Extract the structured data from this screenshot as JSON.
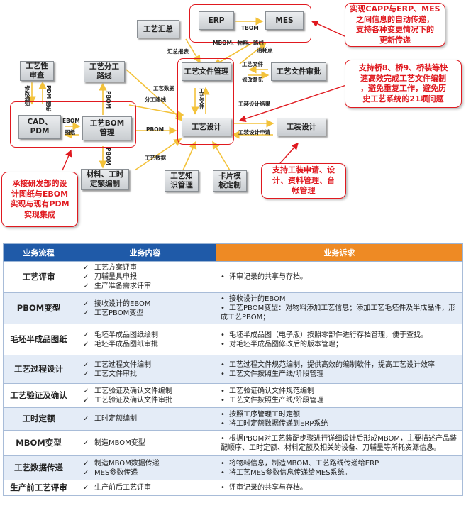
{
  "diagram": {
    "nodes": {
      "erp": "ERP",
      "mes": "MES",
      "gy_summary": "工艺汇总",
      "gy_review": "工艺性\n审查",
      "gy_route": "工艺分工\n路线",
      "gy_doc_mgmt": "工艺文件管理",
      "gy_doc_approve": "工艺文件审批",
      "cad_pdm": "CAD、\nPDM",
      "gy_bom": "工艺BOM\n管理",
      "gy_design": "工艺设计",
      "tooling_design": "工装设计",
      "material_quota": "材料、工时\n定额编制",
      "knowledge": "工艺知\n识管理",
      "card_template": "卡片模\n板定制"
    },
    "edge_labels": {
      "tbom": "TBOM",
      "mbom_material": "MBOM、物料、路线",
      "summary_report": "汇总报表",
      "consumables": "消耗点",
      "modify_opinion": "修改意见",
      "review_docs": "工艺文件",
      "pdm_drawing": "PDM 图纸",
      "modify_notice": "修改通知",
      "pbom_up": "PBOM",
      "process_data": "工艺数据",
      "division_route": "分工路线",
      "gy_file_v": "工艺文件",
      "tooling_result": "工装设计结果",
      "ebom": "EBOM",
      "drawing": "图纸",
      "pbom_right": "PBOM",
      "pbom_down": "PBOM",
      "tooling_request": "工装设计申请",
      "process_data2": "工艺数据"
    },
    "callouts": {
      "top": "实现CAPP与ERP、MES\n之间信息的自动传递，\n支持各种变更情况下的\n更新传递",
      "right": "支持桥8、桥9、桥装等快\n速高效完成工艺文件编制\n，避免重复工作，避免历\n史工艺系统的21项问题",
      "bottom_right": "支持工装申请、设\n计、资料管理、台\n帐管理",
      "left": "承接研发部的设\n计图纸与EBOM\n实现与现有PDM\n实现集成"
    }
  },
  "table": {
    "headers": [
      "业务流程",
      "业务内容",
      "业务诉求"
    ],
    "rows": [
      {
        "flow": "工艺评审",
        "content": [
          "工艺方案评审",
          "刀辅量具申报",
          "生产准备需求评审"
        ],
        "demand": [
          "评审记录的共享与存档。"
        ]
      },
      {
        "flow": "PBOM变型",
        "content": [
          "接收设计的EBOM",
          "工艺PBOM变型"
        ],
        "demand": [
          "接收设计的EBOM",
          "工艺PBOM变型：对物料添加工艺信息；添加工艺毛坯件及半成品件，形成工艺PBOM；"
        ]
      },
      {
        "flow": "毛坯半成品图纸",
        "content": [
          "毛坯半成品图纸绘制",
          "毛坯半成品图纸审批"
        ],
        "demand": [
          "毛坯半成品图（电子版）按照零部件进行存档管理，便于查找。",
          "对毛坯半成品图修改后的版本管理；"
        ]
      },
      {
        "flow": "工艺过程设计",
        "content": [
          "工艺过程文件编制",
          "工艺文件审批"
        ],
        "demand": [
          "工艺过程文件规范编制，提供高效的编制软件，提高工艺设计效率",
          "工艺文件按照生产线/阶段管理"
        ]
      },
      {
        "flow": "工艺验证及确认",
        "content": [
          "工艺验证及确认文件编制",
          "工艺验证及确认文件审批"
        ],
        "demand": [
          "工艺验证确认文件规范编制",
          "工艺文件按照生产线/阶段管理"
        ]
      },
      {
        "flow": "工时定额",
        "content": [
          "工时定额编制"
        ],
        "demand": [
          "按照工序管理工时定额",
          "将工时定额数据传递到ERP系统"
        ]
      },
      {
        "flow": "MBOM变型",
        "content": [
          "制造MBOM变型"
        ],
        "demand": [
          "根据PBOM对工艺装配步骤进行详细设计后形成MBOM，主要描述产品装配顺序、工时定额、材料定额及相关的设备、刀辅量等所耗资源信息。"
        ]
      },
      {
        "flow": "工艺数据传递",
        "content": [
          "制造MBOM数据传递",
          "MES参数传递"
        ],
        "demand": [
          "将物料信息，制造MBOM、工艺路线传递给ERP",
          "将工艺MES参数信息传递给MES系统。"
        ]
      },
      {
        "flow": "生产前工艺评审",
        "content": [
          "生产前后工艺评审"
        ],
        "demand": [
          "评审记录的共享与存档。"
        ]
      }
    ]
  },
  "colors": {
    "red": "#e0191f",
    "arrow": "#f3c23a",
    "header_blue": "#1f5aa8",
    "header_orange": "#ee8a24",
    "row_alt": "#e4ecf7"
  }
}
